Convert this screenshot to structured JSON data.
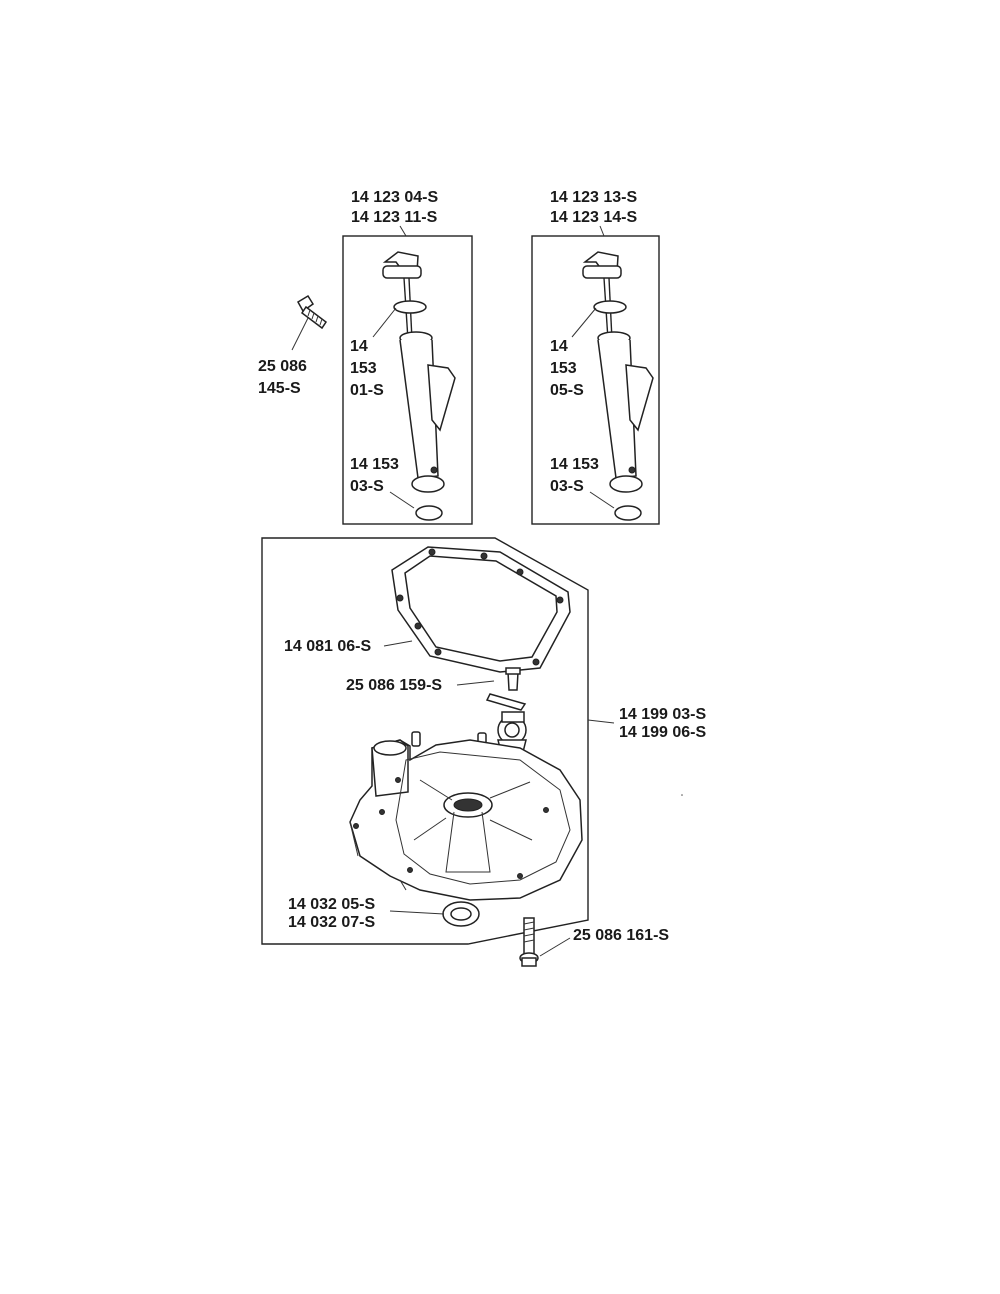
{
  "dipstick_left": {
    "kit_line1": "14 123 04-S",
    "kit_line2": "14 123 11-S",
    "ring_line1": "14",
    "ring_line2": "153",
    "ring_line3": "01-S",
    "seal_line1": "14 153",
    "seal_line2": "03-S"
  },
  "dipstick_right": {
    "kit_line1": "14 123 13-S",
    "kit_line2": "14 123 14-S",
    "ring_line1": "14",
    "ring_line2": "153",
    "ring_line3": "05-S",
    "seal_line1": "14 153",
    "seal_line2": "03-S"
  },
  "bolt_top": {
    "line1": "25 086",
    "line2": "145-S"
  },
  "crankcase": {
    "gasket": "14 081 06-S",
    "screw": "25 086 159-S",
    "cover_line1": "14 199 03-S",
    "cover_line2": "14 199 06-S",
    "oilseal_line1": "14 032 05-S",
    "oilseal_line2": "14 032 07-S",
    "bolt_bottom": "25 086 161-S"
  }
}
